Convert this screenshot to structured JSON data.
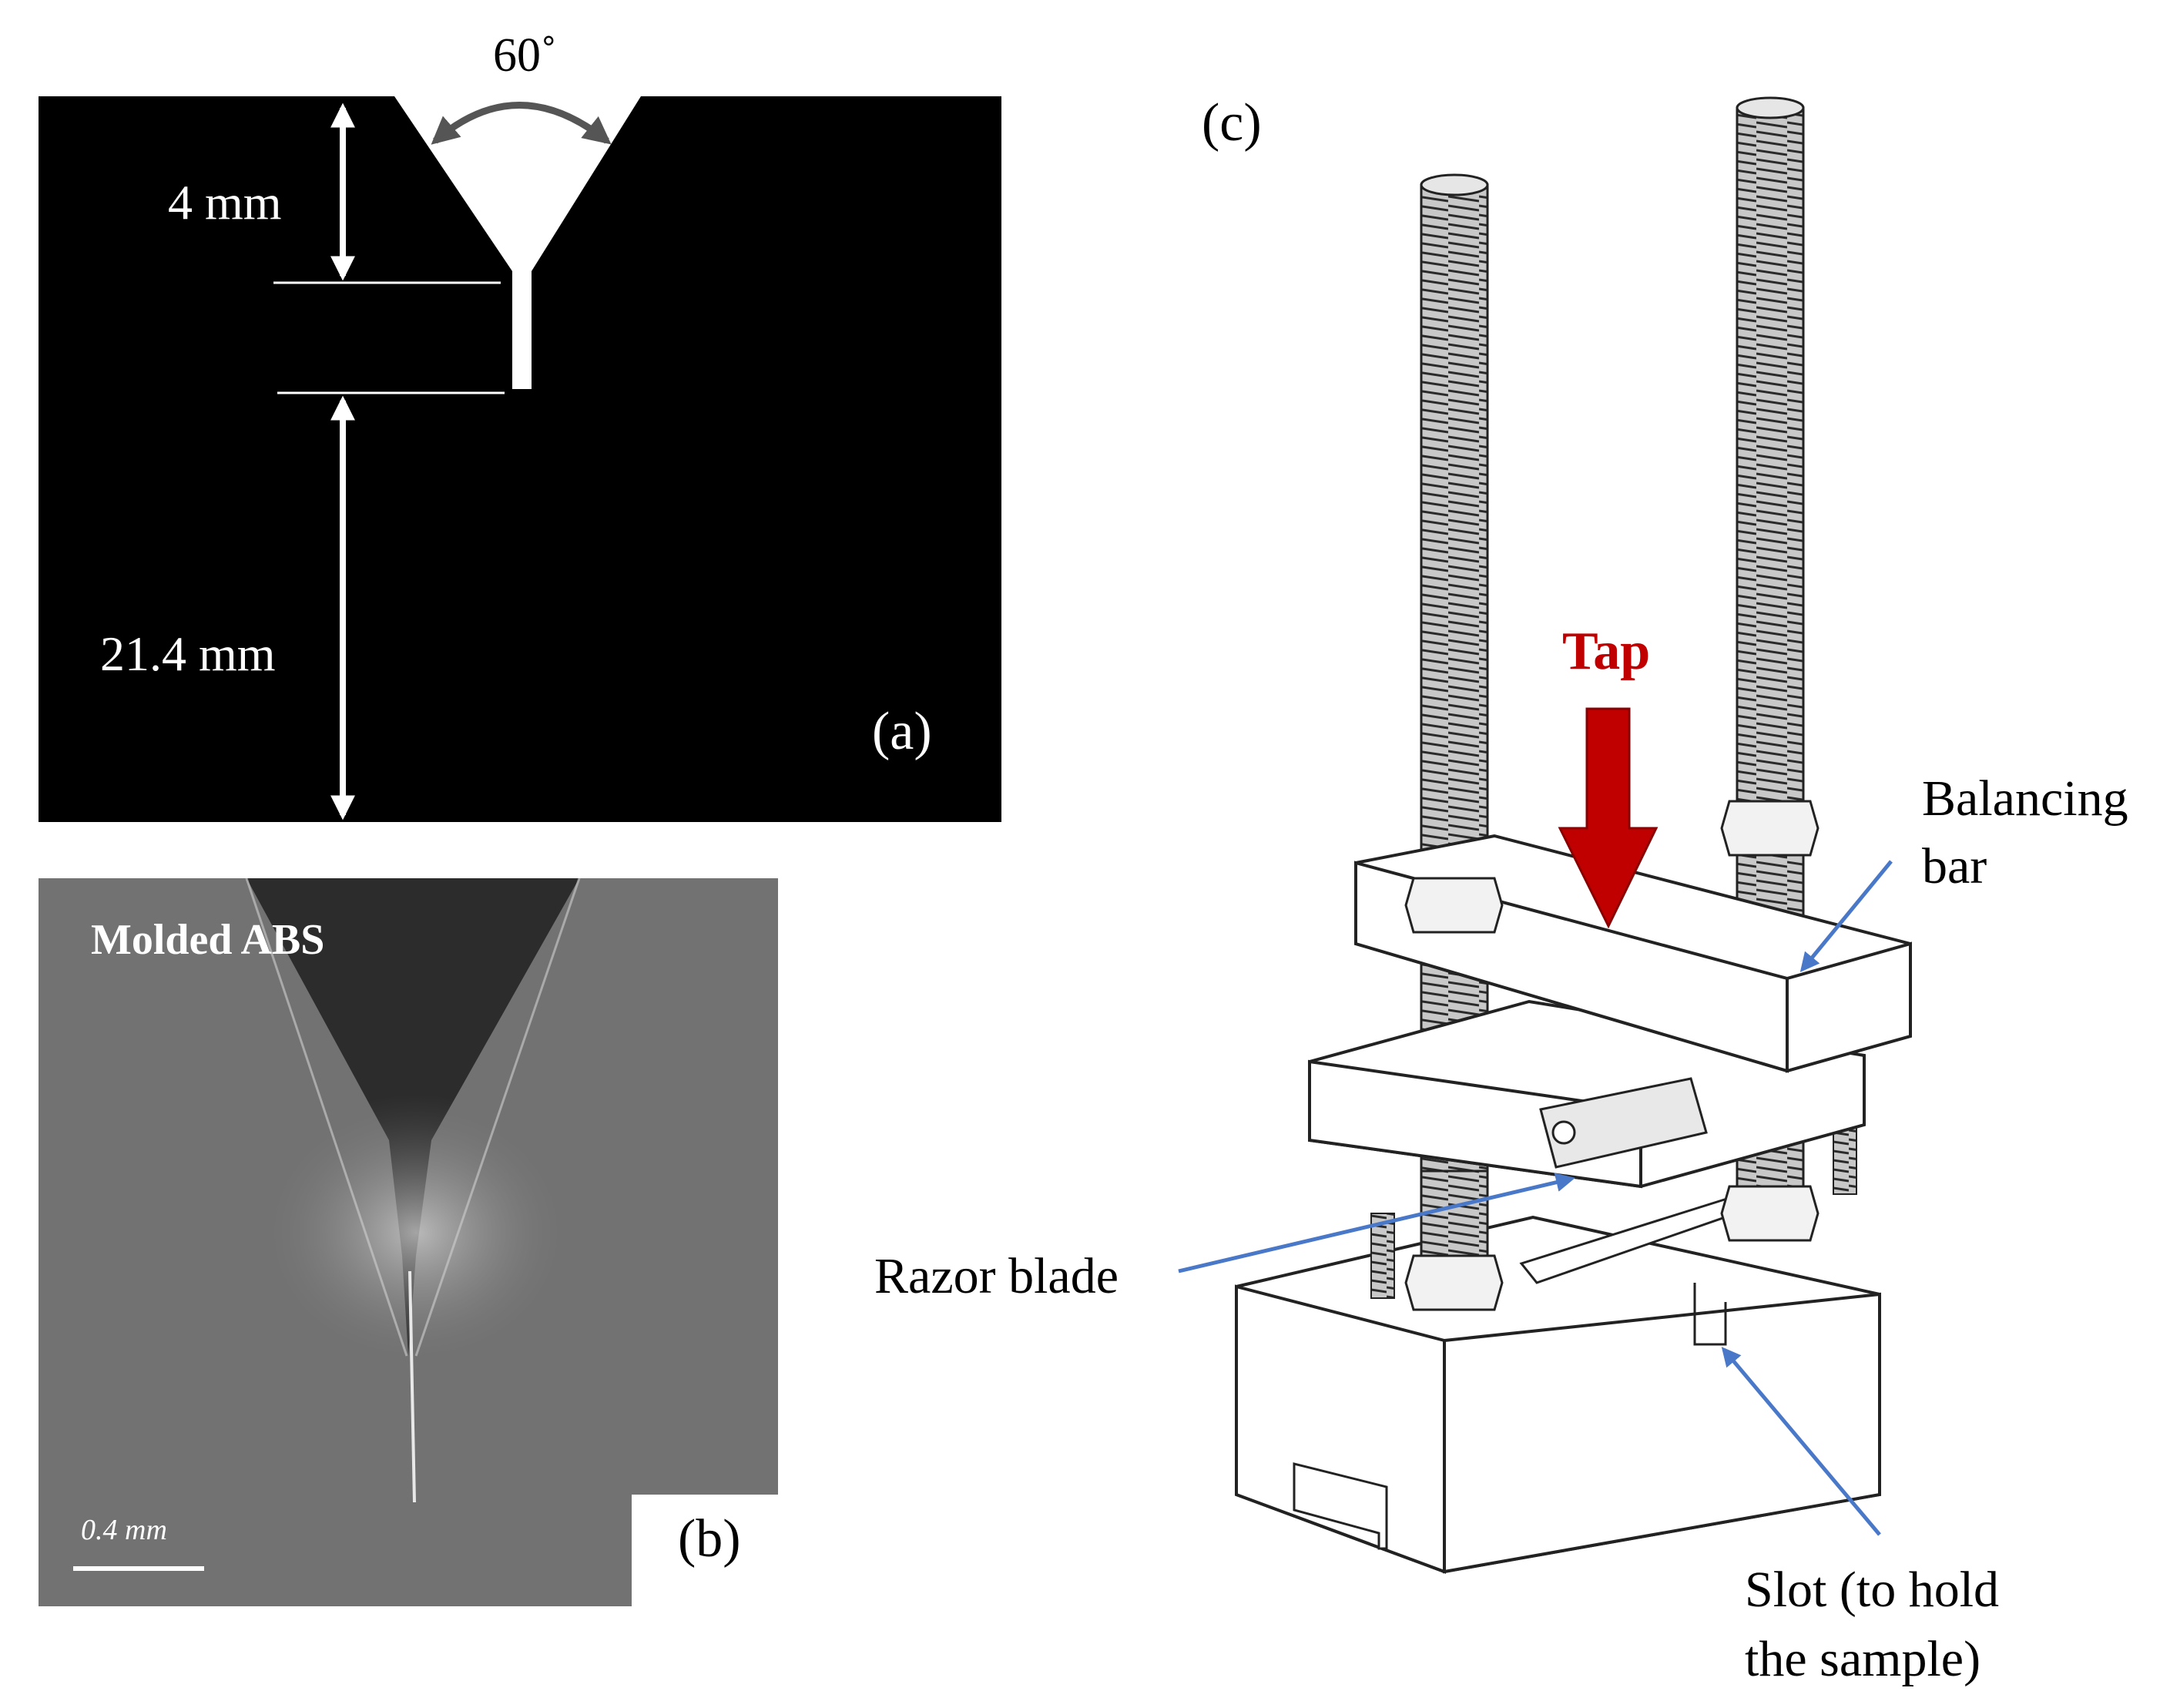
{
  "panel_a": {
    "angle_label": "60˚",
    "depth_notch_label": "4 mm",
    "depth_remaining_label": "21.4 mm",
    "panel_label": "(a)"
  },
  "panel_b": {
    "photo_caption": "Molded ABS",
    "scale_bar_label": "0.4 mm",
    "panel_label": "(b)"
  },
  "panel_c": {
    "panel_label": "(c)",
    "tap_label": "Tap",
    "balancing_bar_line1": "Balancing",
    "balancing_bar_line2": "bar",
    "razor_blade_label": "Razor blade",
    "slot_line1": "Slot (to hold",
    "slot_line2": "the sample)"
  },
  "colors": {
    "tap_arrow": "#c00000",
    "pointer_arrow": "#4a78c8"
  }
}
